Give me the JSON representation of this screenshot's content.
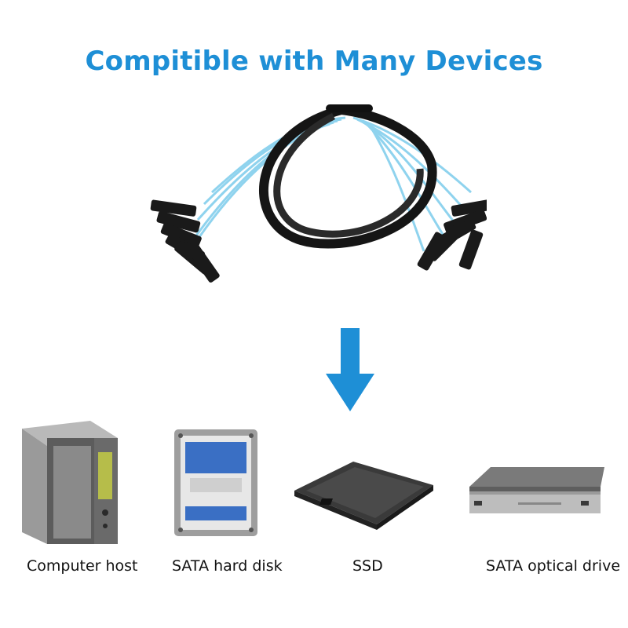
{
  "title": "Compitible with Many Devices",
  "devices": [
    {
      "label": "Computer host",
      "icon": "computer-host-icon"
    },
    {
      "label": "SATA hard disk",
      "icon": "hard-disk-icon"
    },
    {
      "label": "SSD",
      "icon": "ssd-icon"
    },
    {
      "label": "SATA optical drive",
      "icon": "optical-drive-icon"
    }
  ],
  "colors": {
    "title": "#1e8fd6",
    "arrow": "#1e8fd6",
    "cable_wire": "#8fd3ee",
    "cable_sleeve": "#111111"
  }
}
